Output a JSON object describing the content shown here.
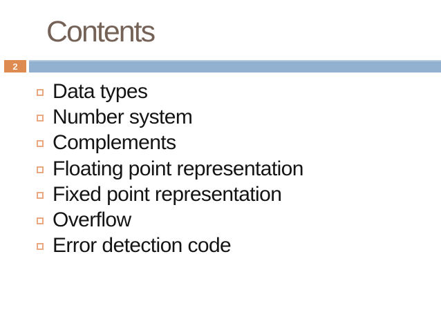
{
  "slide": {
    "title": "Contents",
    "slide_number": "2",
    "bullet_items": [
      "Data types",
      "Number system",
      "Complements",
      "Floating point representation",
      "Fixed point representation",
      "Overflow",
      "Error detection code"
    ],
    "colors": {
      "title_text": "#756257",
      "slide_number_badge": "#DE8B52",
      "slide_number_text": "#FDF4EC",
      "header_bar": "#92B0D0",
      "header_bar_top_edge": "#B4C9DE",
      "bullet_outline": "#E9A87E",
      "body_text": "#141414",
      "background": "#FFFFFF"
    }
  }
}
